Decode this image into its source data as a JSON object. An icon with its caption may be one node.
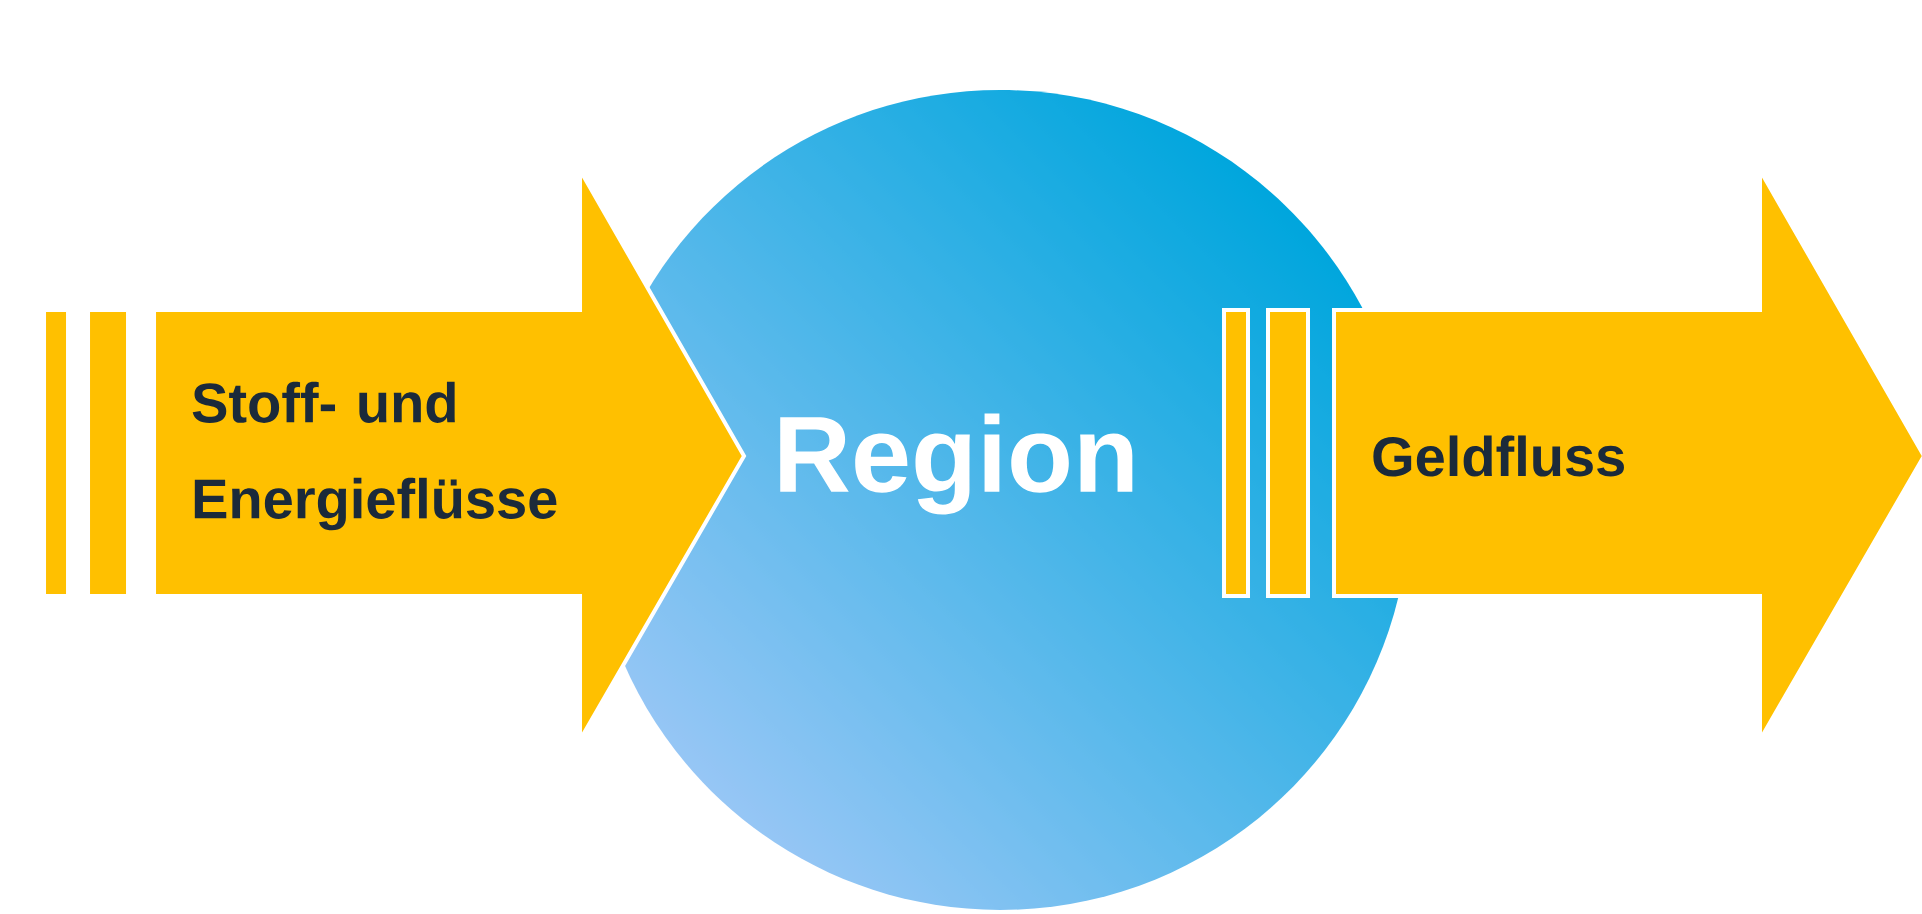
{
  "diagram": {
    "nodes": [
      {
        "text": [
          "Region"
        ]
      },
      {
        "text": [
          "Stoff- und Energieflüsse"
        ]
      },
      {
        "text": [
          "Geldfluss"
        ]
      }
    ]
  }
}
